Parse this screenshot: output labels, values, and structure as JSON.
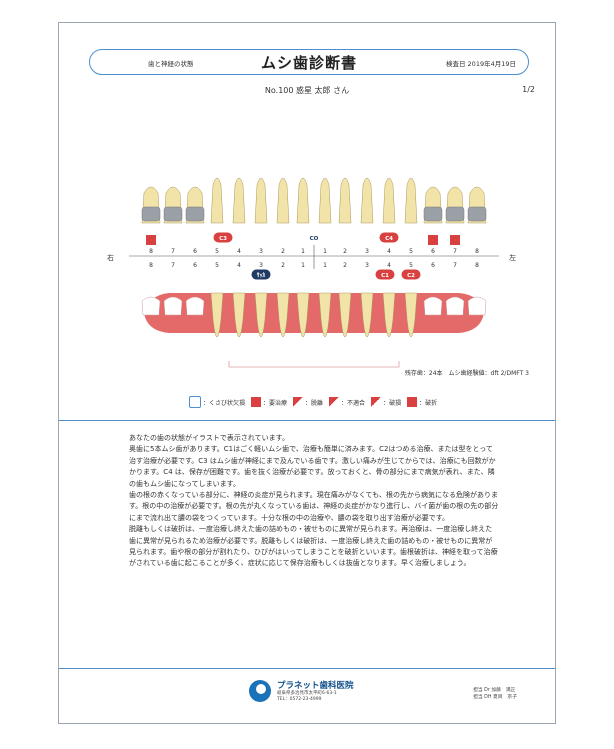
{
  "header": {
    "left_label": "歯と神経の状態",
    "title": "ムシ歯診断書",
    "date_label": "検査日 2019年4月19日"
  },
  "patient": {
    "line": "No.100 惑星 太郎 さん",
    "page": "1/2"
  },
  "chart": {
    "right_label": "右",
    "left_label": "左",
    "upper_numbers": [
      "8",
      "7",
      "6",
      "5",
      "4",
      "3",
      "2",
      "1",
      "1",
      "2",
      "3",
      "4",
      "5",
      "6",
      "7",
      "8"
    ],
    "lower_numbers": [
      "8",
      "7",
      "6",
      "5",
      "4",
      "3",
      "2",
      "1",
      "1",
      "2",
      "3",
      "4",
      "5",
      "6",
      "7",
      "8"
    ],
    "upper_badges": [
      "C3",
      "CO",
      "C4"
    ],
    "lower_badges": [
      "ｻｯｶ",
      "C1",
      "C2"
    ],
    "colors": {
      "badge_red": "#d94040",
      "badge_navy": "#1f3a64",
      "gum": "#e46a6a",
      "tooth": "#f2e4a8",
      "accent_blue": "#4a8fd0"
    }
  },
  "summary": "残存歯：24本　ムシ歯経験値：dft 2/DMFT 3",
  "legend": {
    "items": [
      {
        "icon": "wedge-defect-icon",
        "label": "：くさび状欠損"
      },
      {
        "icon": "re-treatment-icon",
        "label": "：要治療"
      },
      {
        "icon": "detachment-icon",
        "label": "：脱離"
      },
      {
        "icon": "misfit-icon",
        "label": "：不適合"
      },
      {
        "icon": "broken-icon",
        "label": "：破損"
      },
      {
        "icon": "fracture-icon",
        "label": "：破折"
      }
    ]
  },
  "description": [
    "あなたの歯の状態がイラストで表示されています。",
    "奥歯に5本ムシ歯があります。C1はごく軽いムシ歯で、治療も簡単に済みます。C2はつめる治療、または型をとって治す治療が必要です。C3 はムシ歯が神経にまで及んでいる歯です。激しい痛みが生じてからでは、治療にも回数がかかります。C4 は、保存が困難です。歯を抜く治療が必要です。放っておくと、骨の部分にまで病気が表れ、また、隣の歯もムシ歯になってしまいます。",
    "歯の根の赤くなっている部分に、神経の炎症が見られます。現在痛みがなくても、根の先から病気になる危険があります。根の中の治療が必要です。根の先が丸くなっている歯は、神経の炎症がかなり進行し、バイ菌が歯の根の先の部分にまで流れ出て膿の袋をつくっています。十分な根の中の治療や、膿の袋を取り出す治療が必要です。",
    "脱離もしくは破折は、一度治療し終えた歯の詰めもの・被せものに異常が見られます。再治療は、一度治療し終えた歯に異常が見られるため治療が必要です。脱離もしくは破折は、一度治療し終えた歯の詰めもの・被せものに異常が見られます。歯や根の部分が割れたり、ひびがはいってしまうことを破折といいます。歯根破折は、神経を取って治療がされている歯に起こることが多く、症状に応じて保存治療もしくは抜歯となります。早く治療しましょう。"
  ],
  "footer": {
    "clinic_name": "プラネット歯科医院",
    "address": "岐阜県多治見市太平町6-63-1",
    "tel": "TEL：0572-23-4999",
    "staff_line1": "担当 Dr 加藤　満正",
    "staff_line2": "担当 DH 夏目　京子"
  }
}
